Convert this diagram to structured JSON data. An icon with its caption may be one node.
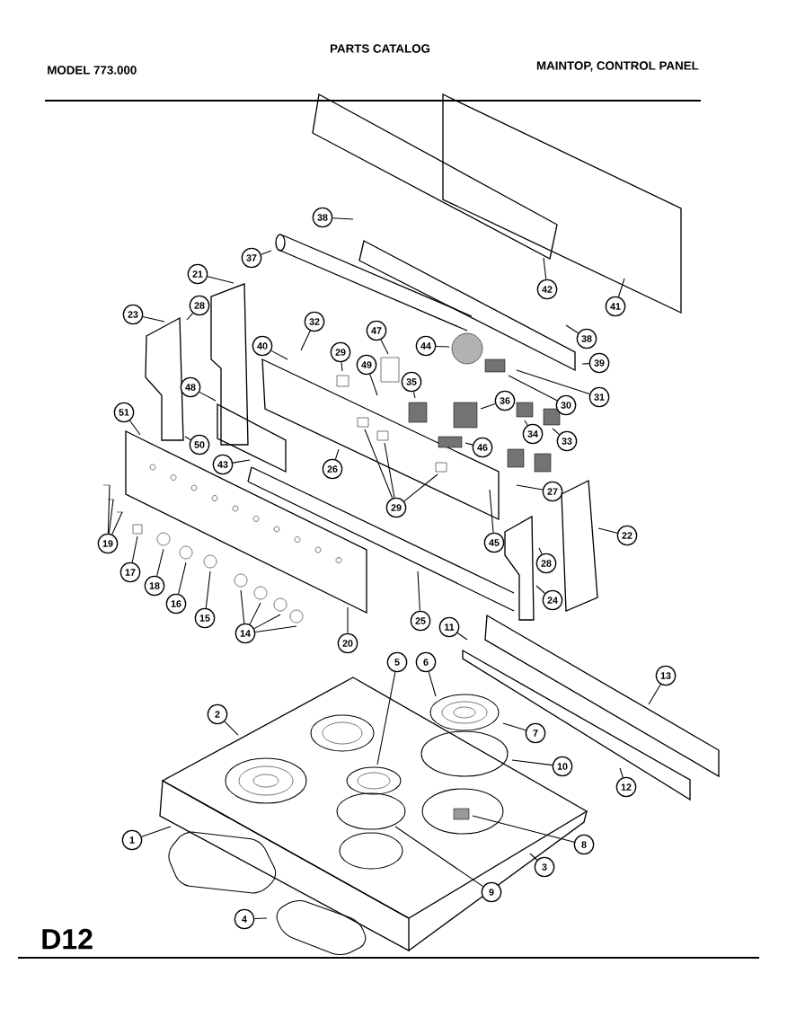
{
  "diagram": {
    "title": "PARTS CATALOG",
    "nodes": [
      {
        "text": [
          "38"
        ]
      },
      {
        "text": [
          "37"
        ]
      },
      {
        "text": [
          "42"
        ]
      },
      {
        "text": [
          "41"
        ]
      },
      {
        "text": [
          "21"
        ]
      },
      {
        "text": [
          "28"
        ]
      },
      {
        "text": [
          "23"
        ]
      },
      {
        "text": [
          "32"
        ]
      },
      {
        "text": [
          "40"
        ]
      },
      {
        "text": [
          "29"
        ]
      },
      {
        "text": [
          "47"
        ]
      },
      {
        "text": [
          "44"
        ]
      },
      {
        "text": [
          "38"
        ]
      },
      {
        "text": [
          "39"
        ]
      },
      {
        "text": [
          "49"
        ]
      },
      {
        "text": [
          "35"
        ]
      },
      {
        "text": [
          "30"
        ]
      },
      {
        "text": [
          "31"
        ]
      },
      {
        "text": [
          "48"
        ]
      },
      {
        "text": [
          "36"
        ]
      },
      {
        "text": [
          "34"
        ]
      },
      {
        "text": [
          "33"
        ]
      },
      {
        "text": [
          "46"
        ]
      },
      {
        "text": [
          "51"
        ]
      },
      {
        "text": [
          "50"
        ]
      },
      {
        "text": [
          "43"
        ]
      },
      {
        "text": [
          "26"
        ]
      },
      {
        "text": [
          "27"
        ]
      },
      {
        "text": [
          "29"
        ]
      },
      {
        "text": [
          "45"
        ]
      },
      {
        "text": [
          "22"
        ]
      },
      {
        "text": [
          "28"
        ]
      },
      {
        "text": [
          "19"
        ]
      },
      {
        "text": [
          "17"
        ]
      },
      {
        "text": [
          "18"
        ]
      },
      {
        "text": [
          "16"
        ]
      },
      {
        "text": [
          "15"
        ]
      },
      {
        "text": [
          "14"
        ]
      },
      {
        "text": [
          "20"
        ]
      },
      {
        "text": [
          "25"
        ]
      },
      {
        "text": [
          "24"
        ]
      },
      {
        "text": [
          "11"
        ]
      },
      {
        "text": [
          "13"
        ]
      },
      {
        "text": [
          "2"
        ]
      },
      {
        "text": [
          "5"
        ]
      },
      {
        "text": [
          "6"
        ]
      },
      {
        "text": [
          "7"
        ]
      },
      {
        "text": [
          "10"
        ]
      },
      {
        "text": [
          "12"
        ]
      },
      {
        "text": [
          "1"
        ]
      },
      {
        "text": [
          "8"
        ]
      },
      {
        "text": [
          "3"
        ]
      },
      {
        "text": [
          "9"
        ]
      },
      {
        "text": [
          "4"
        ]
      }
    ],
    "edges": [
      {
        "from": 0,
        "to": null,
        "arrow": "none"
      },
      {
        "from": 1,
        "to": null,
        "arrow": "none"
      },
      {
        "from": 2,
        "to": null,
        "arrow": "none"
      },
      {
        "from": 3,
        "to": null,
        "arrow": "none"
      },
      {
        "from": 4,
        "to": null,
        "arrow": "none"
      },
      {
        "from": 5,
        "to": null,
        "arrow": "none"
      },
      {
        "from": 6,
        "to": null,
        "arrow": "none"
      },
      {
        "from": 7,
        "to": null,
        "arrow": "none"
      },
      {
        "from": 8,
        "to": null,
        "arrow": "none"
      },
      {
        "from": 9,
        "to": null,
        "arrow": "none"
      },
      {
        "from": 10,
        "to": null,
        "arrow": "none"
      },
      {
        "from": 11,
        "to": null,
        "arrow": "none"
      },
      {
        "from": 12,
        "to": null,
        "arrow": "none"
      },
      {
        "from": 13,
        "to": null,
        "arrow": "none"
      },
      {
        "from": 14,
        "to": null,
        "arrow": "none"
      },
      {
        "from": 15,
        "to": null,
        "arrow": "none"
      },
      {
        "from": 16,
        "to": null,
        "arrow": "none"
      },
      {
        "from": 17,
        "to": null,
        "arrow": "none"
      },
      {
        "from": 18,
        "to": null,
        "arrow": "none"
      },
      {
        "from": 19,
        "to": null,
        "arrow": "none"
      },
      {
        "from": 20,
        "to": null,
        "arrow": "none"
      },
      {
        "from": 21,
        "to": null,
        "arrow": "none"
      },
      {
        "from": 22,
        "to": null,
        "arrow": "none"
      },
      {
        "from": 23,
        "to": null,
        "arrow": "none"
      },
      {
        "from": 24,
        "to": null,
        "arrow": "none"
      },
      {
        "from": 25,
        "to": null,
        "arrow": "none"
      },
      {
        "from": 26,
        "to": null,
        "arrow": "none"
      },
      {
        "from": 27,
        "to": null,
        "arrow": "none"
      },
      {
        "from": 28,
        "to": null,
        "arrow": "none"
      },
      {
        "from": 28,
        "to": null,
        "arrow": "none"
      },
      {
        "from": 28,
        "to": null,
        "arrow": "none"
      },
      {
        "from": 29,
        "to": null,
        "arrow": "none"
      },
      {
        "from": 30,
        "to": null,
        "arrow": "none"
      },
      {
        "from": 31,
        "to": null,
        "arrow": "none"
      },
      {
        "from": 32,
        "to": null,
        "arrow": "none"
      },
      {
        "from": 32,
        "to": null,
        "arrow": "none"
      },
      {
        "from": 32,
        "to": null,
        "arrow": "none"
      },
      {
        "from": 33,
        "to": null,
        "arrow": "none"
      },
      {
        "from": 34,
        "to": null,
        "arrow": "none"
      },
      {
        "from": 35,
        "to": null,
        "arrow": "none"
      },
      {
        "from": 36,
        "to": null,
        "arrow": "none"
      },
      {
        "from": 37,
        "to": null,
        "arrow": "none"
      },
      {
        "from": 37,
        "to": null,
        "arrow": "none"
      },
      {
        "from": 37,
        "to": null,
        "arrow": "none"
      },
      {
        "from": 37,
        "to": null,
        "arrow": "none"
      },
      {
        "from": 38,
        "to": null,
        "arrow": "none"
      },
      {
        "from": 39,
        "to": null,
        "arrow": "none"
      },
      {
        "from": 40,
        "to": null,
        "arrow": "none"
      },
      {
        "from": 41,
        "to": null,
        "arrow": "none"
      },
      {
        "from": 42,
        "to": null,
        "arrow": "none"
      },
      {
        "from": 43,
        "to": null,
        "arrow": "none"
      },
      {
        "from": 44,
        "to": null,
        "arrow": "none"
      },
      {
        "from": 45,
        "to": null,
        "arrow": "none"
      },
      {
        "from": 46,
        "to": null,
        "arrow": "none"
      },
      {
        "from": 47,
        "to": null,
        "arrow": "none"
      },
      {
        "from": 48,
        "to": null,
        "arrow": "none"
      },
      {
        "from": 49,
        "to": null,
        "arrow": "none"
      },
      {
        "from": 50,
        "to": null,
        "arrow": "none"
      },
      {
        "from": 51,
        "to": null,
        "arrow": "none"
      },
      {
        "from": 52,
        "to": null,
        "arrow": "none"
      },
      {
        "from": 53,
        "to": null,
        "arrow": "none"
      }
    ],
    "labels": [
      "MODEL 773.000",
      "MAINTOP, CONTROL PANEL",
      "D12"
    ]
  }
}
